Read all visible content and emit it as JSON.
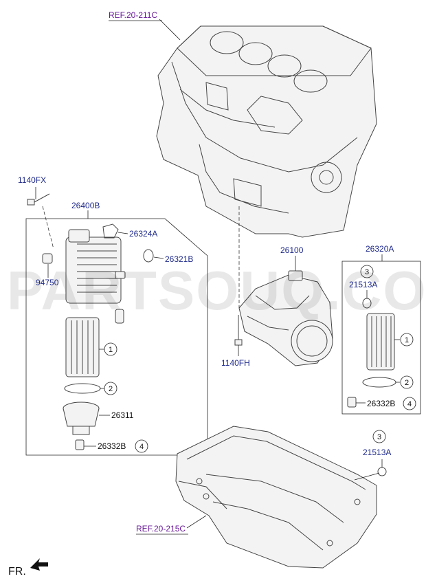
{
  "refs": {
    "top": "REF.20-211C",
    "bottom": "REF.20-215C"
  },
  "labels": {
    "bolt_left": "1140FX",
    "cooler_group": "26400B",
    "oring_a": "26324A",
    "oring_b": "26321B",
    "plug": "94750",
    "cap": "26311",
    "drain_left": "26332B",
    "pump": "26100",
    "bolt_center": "1140FH",
    "filter_group": "26320A",
    "oring_right": "21513A",
    "drain_right": "26332B",
    "oring_pan": "21513A"
  },
  "circled": {
    "one": "1",
    "two": "2",
    "three": "3",
    "four": "4"
  },
  "watermark": "PARTSOUQ.COM",
  "front_marker": "FR."
}
